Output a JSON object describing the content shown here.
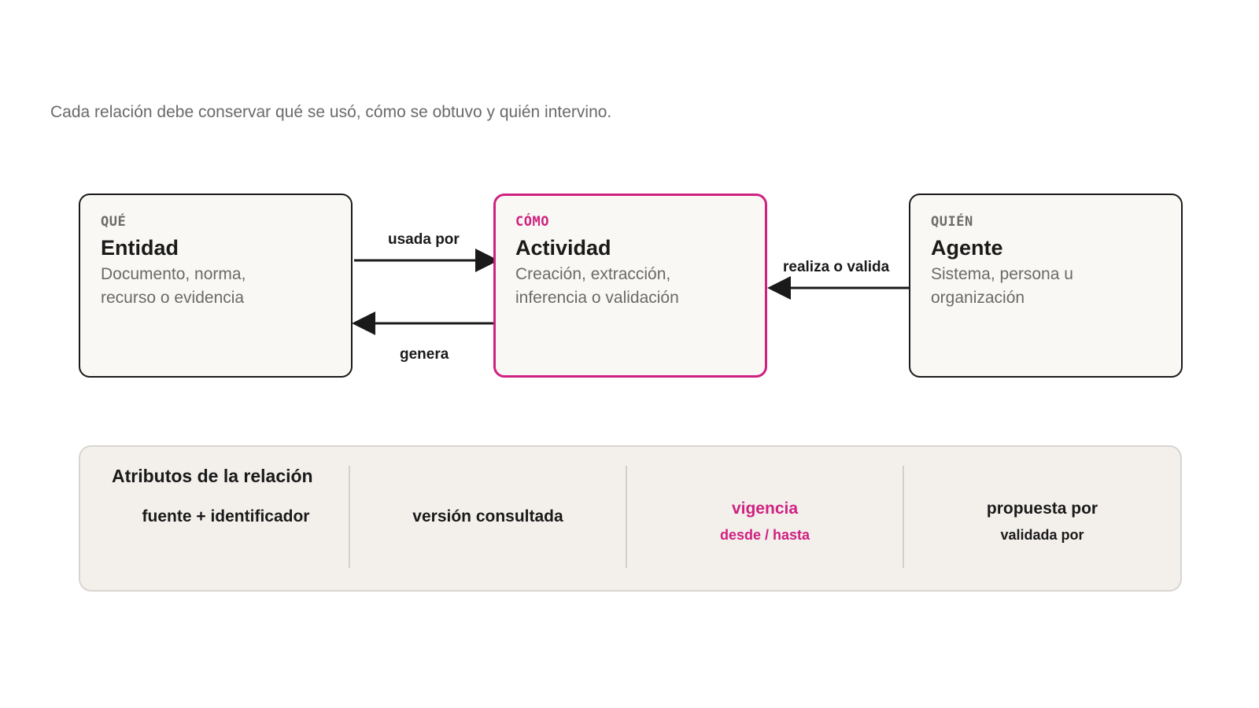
{
  "subtitle": "Cada relación debe conservar qué se usó, cómo se obtuvo y quién intervino.",
  "colors": {
    "accent": "#cf2180",
    "node_fill": "#f9f8f4",
    "node_border": "#1a1a1a",
    "panel_fill": "#f3f0ec"
  },
  "nodes": {
    "entity": {
      "kicker": "QUÉ",
      "title": "Entidad",
      "description": "Documento, norma, recurso o evidencia"
    },
    "activity": {
      "kicker": "CÓMO",
      "title": "Actividad",
      "description": "Creación, extracción, inferencia o validación"
    },
    "agent": {
      "kicker": "QUIÉN",
      "title": "Agente",
      "description": "Sistema, persona u organización"
    }
  },
  "edges": {
    "used_by": "usada por",
    "generates": "genera",
    "performs": "realiza o valida"
  },
  "attributes": {
    "title": "Atributos de la relación",
    "items": [
      {
        "main": "fuente + identificador",
        "sub": ""
      },
      {
        "main": "versión consultada",
        "sub": ""
      },
      {
        "main": "vigencia",
        "sub": "desde / hasta"
      },
      {
        "main": "propuesta por",
        "sub": "validada por"
      }
    ]
  }
}
